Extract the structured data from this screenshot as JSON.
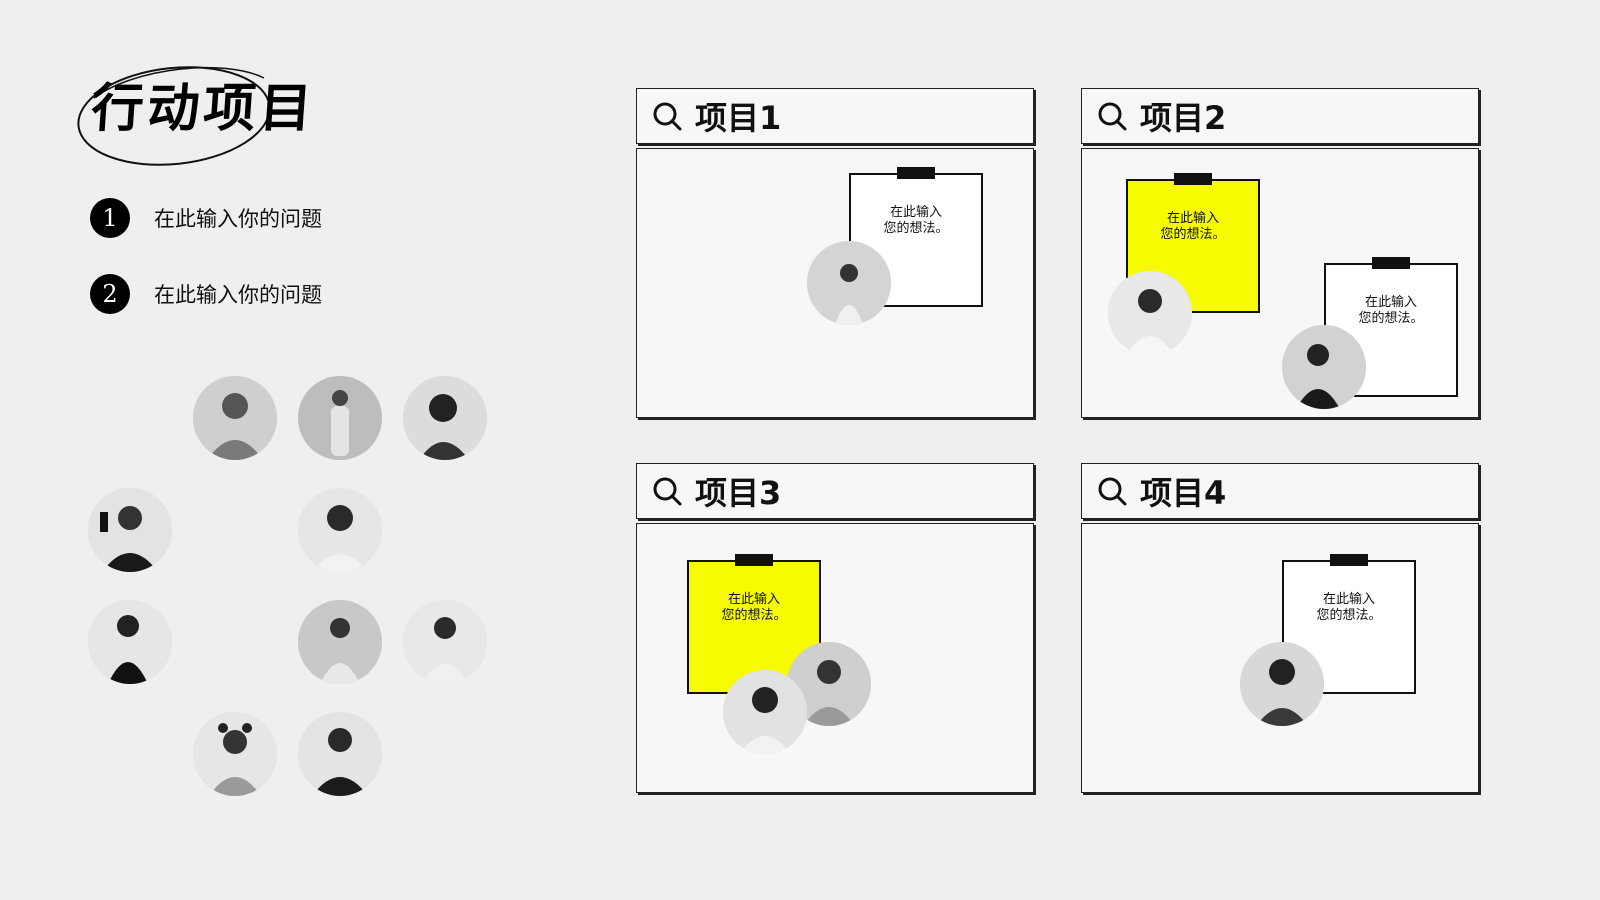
{
  "title": "行动项目",
  "questions": [
    {
      "num": "1",
      "text": "在此输入你的问题"
    },
    {
      "num": "2",
      "text": "在此输入你的问题"
    }
  ],
  "colors": {
    "accent": "#f6fb00",
    "background": "#efefef",
    "ink": "#111111"
  },
  "projects": [
    {
      "title": "项目1",
      "icon": "search-icon",
      "notes": [
        {
          "line1": "在此输入",
          "line2": "您的想法。"
        }
      ]
    },
    {
      "title": "项目2",
      "icon": "search-icon",
      "notes": [
        {
          "line1": "在此输入",
          "line2": "您的想法。"
        },
        {
          "line1": "在此输入",
          "line2": "您的想法。"
        }
      ]
    },
    {
      "title": "项目3",
      "icon": "search-icon",
      "notes": [
        {
          "line1": "在此输入",
          "line2": "您的想法。"
        }
      ]
    },
    {
      "title": "项目4",
      "icon": "search-icon",
      "notes": [
        {
          "line1": "在此输入",
          "line2": "您的想法。"
        }
      ]
    }
  ]
}
